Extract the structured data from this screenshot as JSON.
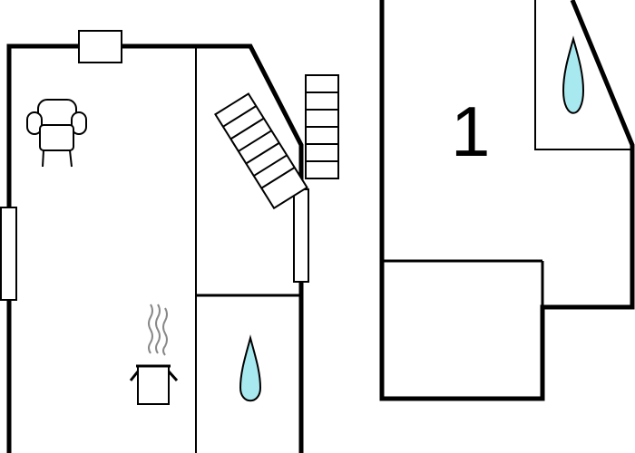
{
  "floor_plan": {
    "floor_label": "1",
    "colors": {
      "wall": "#000000",
      "background": "#ffffff",
      "water_fill": "#a8e8ef",
      "window_fill": "#ffffff",
      "steam": "#888888"
    },
    "rooms": [
      "living-room",
      "kitchen",
      "bathroom",
      "upper-building",
      "lower-annex"
    ],
    "icons": [
      "armchair-icon",
      "staircase-icon",
      "stairs-icon",
      "cooking-pot-icon",
      "water-drop-icon-bathroom",
      "water-drop-icon-building-1"
    ]
  }
}
